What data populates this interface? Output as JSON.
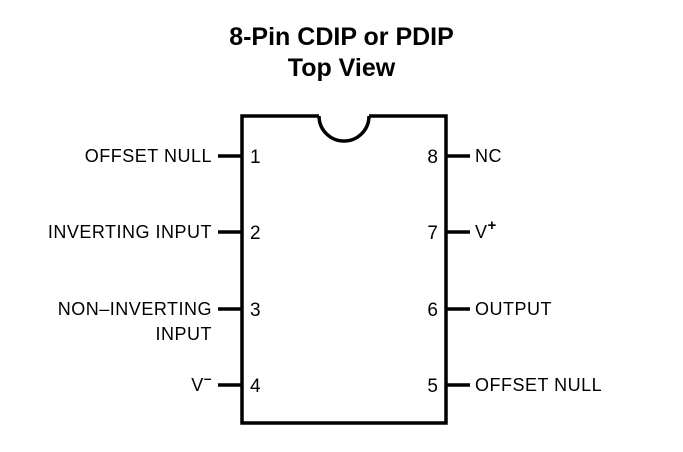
{
  "title": {
    "line1": "8-Pin CDIP or PDIP",
    "line2": "Top View"
  },
  "pins": [
    {
      "number": "1",
      "label": "OFFSET NULL",
      "side": "left"
    },
    {
      "number": "2",
      "label": "INVERTING INPUT",
      "side": "left"
    },
    {
      "number": "3",
      "label_line1": "NON–INVERTING",
      "label_line2": "INPUT",
      "side": "left"
    },
    {
      "number": "4",
      "label": "V",
      "superscript": "–",
      "side": "left"
    },
    {
      "number": "5",
      "label": "OFFSET NULL",
      "side": "right"
    },
    {
      "number": "6",
      "label": "OUTPUT",
      "side": "right"
    },
    {
      "number": "7",
      "label": "V",
      "superscript": "+",
      "side": "right"
    },
    {
      "number": "8",
      "label": "NC",
      "side": "right"
    }
  ]
}
